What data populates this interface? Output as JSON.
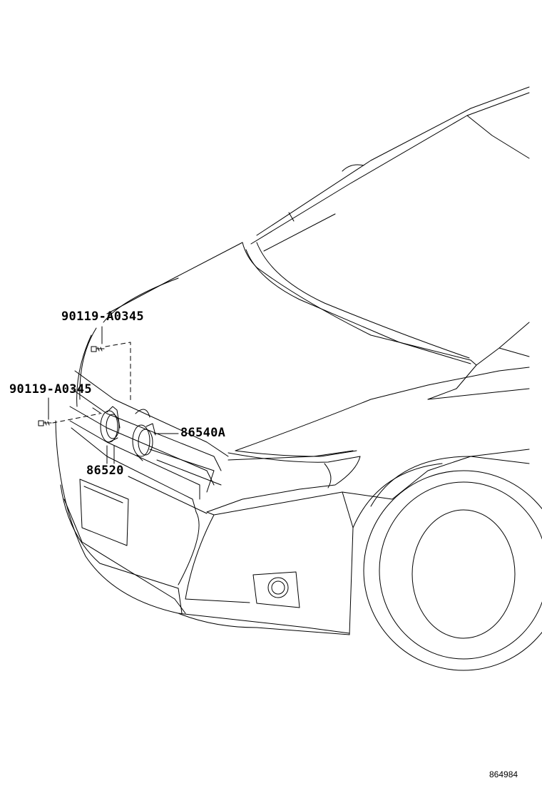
{
  "diagram": {
    "callouts": {
      "bolt_upper": "90119-A0345",
      "bolt_lower": "90119-A0345",
      "horn_high": "86540A",
      "horn_low": "86520"
    },
    "illustration_code": "864984",
    "line_color": "#000000",
    "background": "#ffffff"
  }
}
